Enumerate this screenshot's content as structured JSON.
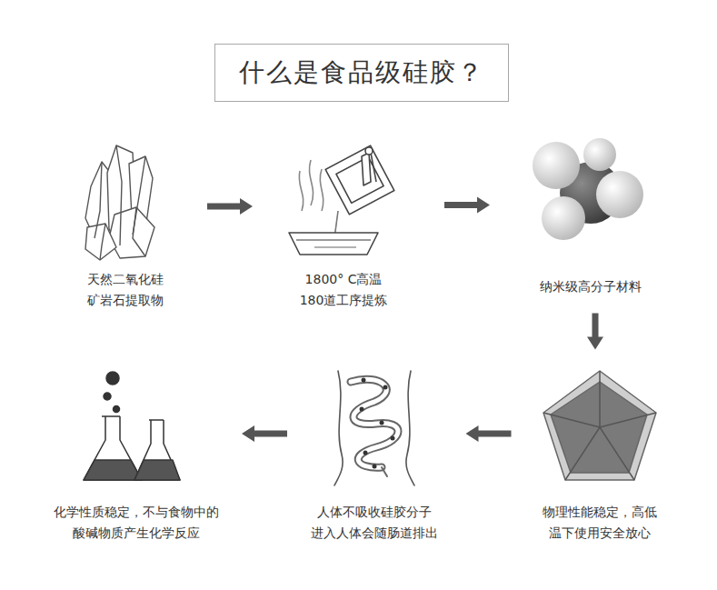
{
  "diagram": {
    "title": "什么是食品级硅胶？",
    "nodes": [
      {
        "text": [
          "天然二氧化硅 矿岩石提取物"
        ]
      },
      {
        "text": [
          "1800° C高温 180道工序提炼"
        ]
      },
      {
        "text": [
          "纳米级高分子材料"
        ]
      },
      {
        "text": [
          "物理性能稳定，高低 温下使用安全放心"
        ]
      },
      {
        "text": [
          "人体不吸收硅胶分子 进入人体会随肠道排出"
        ]
      },
      {
        "text": [
          "化学性质稳定，不与食物中的 酸碱物质产生化学反应"
        ]
      }
    ],
    "edges": [
      {
        "from": 0,
        "to": 1,
        "arrow": "to"
      },
      {
        "from": 1,
        "to": 2,
        "arrow": "to"
      },
      {
        "from": 2,
        "to": 3,
        "arrow": "to"
      },
      {
        "from": 3,
        "to": 4,
        "arrow": "to"
      },
      {
        "from": 4,
        "to": 5,
        "arrow": "to"
      }
    ]
  }
}
